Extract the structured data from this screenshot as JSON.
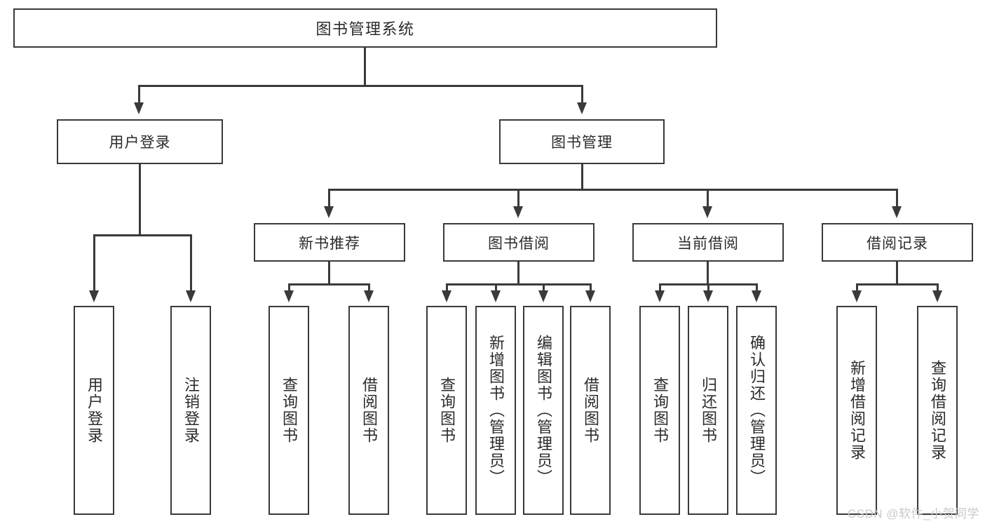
{
  "diagram": {
    "title": "图书管理系统",
    "type": "hierarchy-tree",
    "background_color": "#ffffff",
    "line_color": "#3a3a3a",
    "text_color": "#2b2b2b"
  },
  "root": {
    "label": "图书管理系统"
  },
  "level2": [
    {
      "label": "用户登录"
    },
    {
      "label": "图书管理"
    }
  ],
  "level3": [
    {
      "label": "新书推荐"
    },
    {
      "label": "图书借阅"
    },
    {
      "label": "当前借阅"
    },
    {
      "label": "借阅记录"
    }
  ],
  "leaves": {
    "user_login": [
      {
        "label": "用户登录"
      },
      {
        "label": "注销登录"
      }
    ],
    "new_book_recommend": [
      {
        "label": "查询图书"
      },
      {
        "label": "借阅图书"
      }
    ],
    "book_borrow": [
      {
        "label": "查询图书"
      },
      {
        "label": "新增图书（管理员）"
      },
      {
        "label": "编辑图书（管理员）"
      },
      {
        "label": "借阅图书"
      }
    ],
    "current_borrow": [
      {
        "label": "查询图书"
      },
      {
        "label": "归还图书"
      },
      {
        "label": "确认归还（管理员）"
      }
    ],
    "borrow_record": [
      {
        "label": "新增借阅记录"
      },
      {
        "label": "查询借阅记录"
      }
    ]
  },
  "watermark": {
    "text": "CSDN @软件_小贺同学"
  }
}
